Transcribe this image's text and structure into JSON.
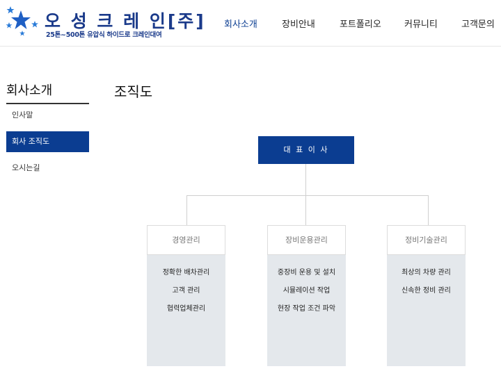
{
  "header": {
    "logo_title": "오 성 크 레 인[주]",
    "logo_subtitle": "25톤~500톤 유압식 하이드로 크레인대여",
    "nav": [
      {
        "label": "회사소개"
      },
      {
        "label": "장비안내"
      },
      {
        "label": "포트폴리오"
      },
      {
        "label": "커뮤니티"
      },
      {
        "label": "고객문의"
      }
    ]
  },
  "sidebar": {
    "title": "회사소개",
    "items": [
      {
        "label": "인사말"
      },
      {
        "label": "회사 조직도"
      },
      {
        "label": "오시는길"
      }
    ]
  },
  "main": {
    "title": "조직도",
    "ceo": "대 표 이 사",
    "departments": [
      {
        "name": "경영관리",
        "tasks": [
          "정확한 배차관리",
          "고객 관리",
          "협력업체관리"
        ]
      },
      {
        "name": "장비운용관리",
        "tasks": [
          "중장비 운용 및 설치",
          "시뮬레이션 작업",
          "현장 작업 조건 파악"
        ]
      },
      {
        "name": "정비기술관리",
        "tasks": [
          "최상의 차량 관리",
          "신속한 정비 관리"
        ]
      }
    ]
  },
  "colors": {
    "brand": "#0b3d91",
    "logo": "#1a3a8a",
    "dept_body": "#e4e8ec"
  }
}
